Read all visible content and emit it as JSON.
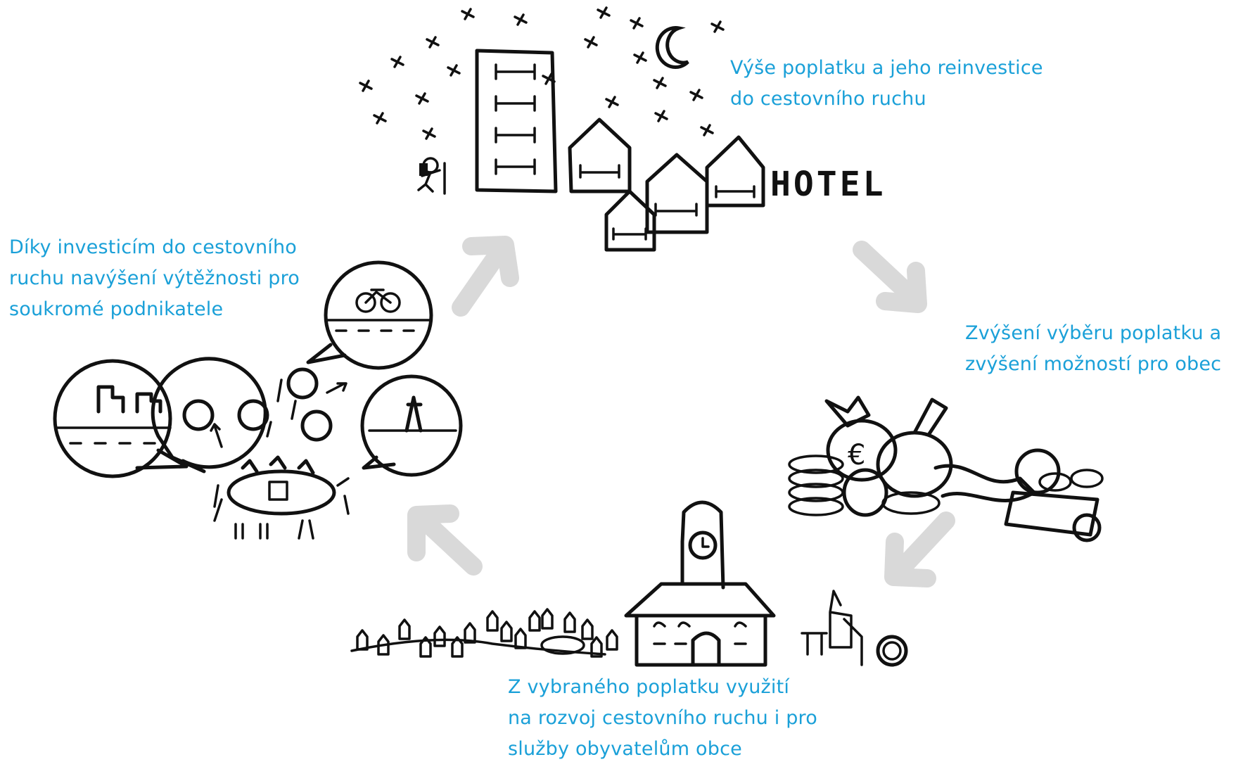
{
  "captions": {
    "top": [
      "Výše poplatku a jeho reinvestice",
      "do cestovního ruchu"
    ],
    "right": [
      "Zvýšení výběru poplatku a",
      "zvýšení možností pro obec"
    ],
    "bottom": [
      "Z vybraného poplatku využití",
      "na rozvoj cestovního ruchu i pro",
      "služby obyvatelům obce"
    ],
    "left": [
      "Díky investicím do cestovního",
      "ruchu navýšení výtěžnosti pro",
      "soukromé podnikatele"
    ]
  },
  "hotel_sign": "HOTEL",
  "colors": {
    "caption": "#1aa0d8",
    "arrow": "#d9d9d9",
    "ink": "#111111"
  }
}
